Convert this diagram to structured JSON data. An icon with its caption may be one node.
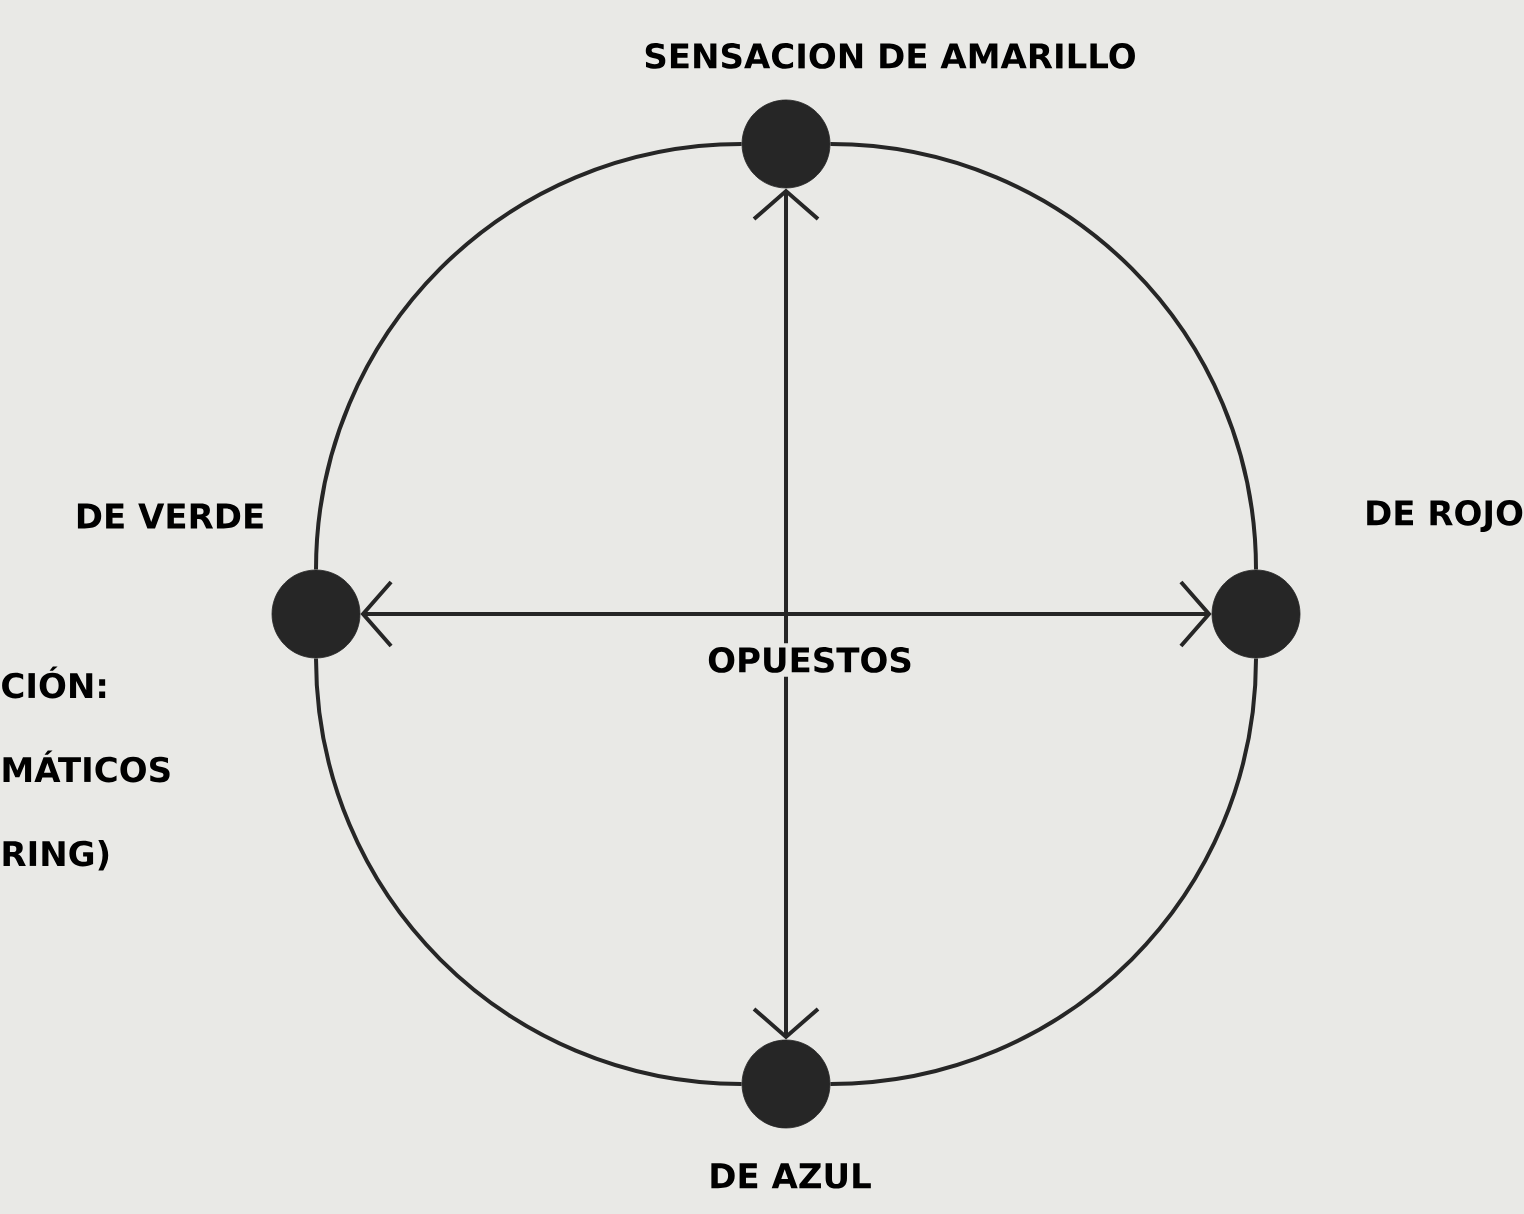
{
  "diagram": {
    "nodes": [
      {
        "text": [],
        "shape": "circle",
        "beside": [
          "SENSACION DE AMARILLO"
        ]
      },
      {
        "text": [],
        "shape": "circle",
        "beside": [
          "DE ROJO"
        ]
      },
      {
        "text": [],
        "shape": "circle",
        "beside": [
          "DE AZUL"
        ]
      },
      {
        "text": [],
        "shape": "circle",
        "beside": [
          "DE VERDE"
        ]
      }
    ],
    "edges": [
      {
        "from": 0,
        "to": 2,
        "arrow": "both"
      },
      {
        "from": 3,
        "to": 1,
        "arrow": "both"
      },
      {
        "from": 0,
        "to": 1,
        "arrow": "none"
      },
      {
        "from": 1,
        "to": 2,
        "arrow": "none"
      },
      {
        "from": 2,
        "to": 3,
        "arrow": "none"
      },
      {
        "from": 3,
        "to": 0,
        "arrow": "none"
      }
    ],
    "labels": [
      "OPUESTOS",
      "CIÓN: MÁTICOS RING)"
    ]
  }
}
